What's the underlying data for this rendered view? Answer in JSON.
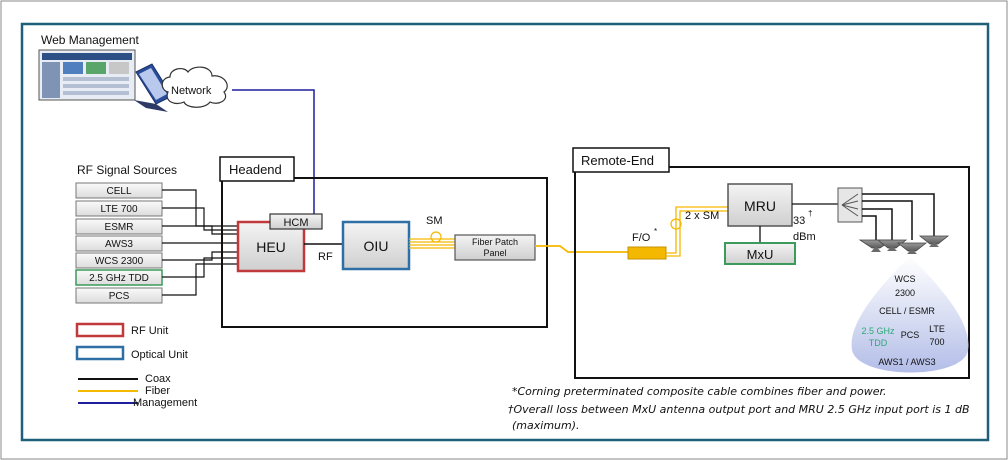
{
  "web_management": {
    "label": "Web Management"
  },
  "network": {
    "label": "Network"
  },
  "rf_sources": {
    "title": "RF Signal Sources",
    "items": [
      "CELL",
      "LTE 700",
      "ESMR",
      "AWS3",
      "WCS 2300",
      "2.5 GHz TDD",
      "PCS"
    ]
  },
  "legend": {
    "rf_unit": "RF Unit",
    "optical_unit": "Optical Unit",
    "coax": "Coax",
    "fiber": "Fiber",
    "management": "Management"
  },
  "headend": {
    "title": "Headend",
    "hcm": "HCM",
    "heu": "HEU",
    "rf": "RF",
    "oiu": "OIU",
    "sm": "SM",
    "patch_line1": "Fiber Patch",
    "patch_line2": "Panel"
  },
  "remote": {
    "title": "Remote-End",
    "fo": "F/O",
    "fo_sup": "*",
    "two_sm": "2 x SM",
    "mru": "MRU",
    "power_value": "33",
    "power_sup": "†",
    "power_unit": "dBm",
    "mxu": "MxU"
  },
  "coverage": {
    "wcs": "WCS",
    "wcs2": "2300",
    "cell_esmr": "CELL / ESMR",
    "tdd1": "2.5 GHz",
    "tdd2": "TDD",
    "pcs": "PCS",
    "lte1": "LTE",
    "lte2": "700",
    "aws": "AWS1 / AWS3"
  },
  "notes": {
    "note1": "*Corning preterminated composite cable combines fiber and power.",
    "note2": "†Overall loss between MxU antenna output port and MRU 2.5 GHz input port is 1 dB",
    "note3": "(maximum)."
  },
  "colors": {
    "rf_unit": "#c0393b",
    "optical_unit": "#2e6fa6",
    "fiber": "#f5b800",
    "management": "#1f1f9e",
    "mxu_border": "#3c9a5a",
    "tdd_green": "#2aa876",
    "frame": "#1f5f7a"
  }
}
